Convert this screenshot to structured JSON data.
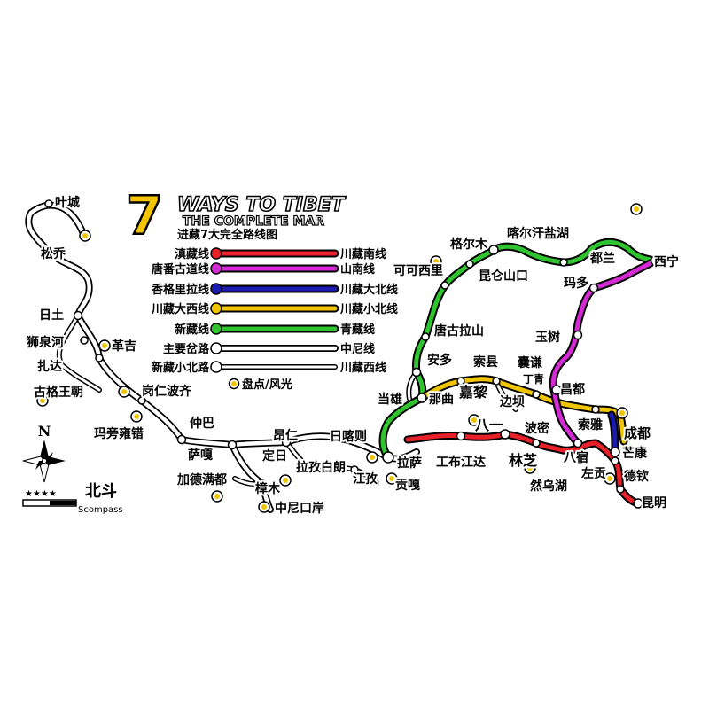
{
  "title": {
    "number": "7",
    "line1": "WAYS TO TIBET",
    "line2": "THE COMPLETE MAR",
    "subtitle": "进藏7大完全路线图"
  },
  "routes": [
    {
      "id": "dianzang",
      "name": "滇藏线",
      "end": "川藏南线",
      "color": "#e8202a"
    },
    {
      "id": "tangfan",
      "name": "唐番古道线",
      "end": "山南线",
      "color": "#d42ad4"
    },
    {
      "id": "xianggelila",
      "name": "香格里拉线",
      "end": "川藏大北线",
      "color": "#1b1bb0"
    },
    {
      "id": "chuanzangdaxi",
      "name": "川藏大西线",
      "end": "川藏小北线",
      "color": "#f0c400"
    },
    {
      "id": "xinzang",
      "name": "新藏线",
      "end": "青藏线",
      "color": "#2fc42f"
    },
    {
      "id": "zhuyao",
      "name": "主要岔路",
      "end": "中尼线",
      "color": "#ffffff"
    },
    {
      "id": "xinzangxiaobei",
      "name": "新藏小北路",
      "end": "川藏西线",
      "color": "#ffffff"
    }
  ],
  "legend_poi": "盘点/风光",
  "places": {
    "yecheng": "叶城",
    "songqiao": "松乔",
    "ritu": "日土",
    "shiquanhe": "狮泉河",
    "geji": "革吉",
    "zhada": "扎达",
    "gugewangchao": "古格王朝",
    "gangrenboqi": "岗仁波齐",
    "mapangyongcuo": "玛旁雍错",
    "zhongba": "仲巴",
    "saga": "萨嘎",
    "jiademandu": "加德满都",
    "angren": "昂仁",
    "dingri": "定日",
    "zhangmu": "樟木",
    "zhongnikouan": "中尼口岸",
    "lazibailang": "拉孜白朗",
    "rikaze": "日喀则",
    "jiangzi": "江孜",
    "lasa": "拉萨",
    "gongga": "贡嘎",
    "dangxiong": "当雄",
    "naqu": "那曲",
    "anduo": "安多",
    "tanggula": "唐古拉山",
    "kekexili": "可可西里",
    "kunlunshankou": "昆仑山口",
    "geermu": "格尔木",
    "chaerhan": "喀尔汗盐湖",
    "dulan": "都兰",
    "xining": "西宁",
    "maduo": "玛多",
    "yushu": "玉树",
    "suoxian": "索县",
    "nangqian": "囊谦",
    "dingqing": "丁青",
    "jiali": "嘉黎",
    "bianba": "边坝",
    "changdu": "昌都",
    "bayi": "八一",
    "gongbujiangda": "工布江达",
    "linzhi": "林芝",
    "bomi": "波密",
    "ranwuhu": "然乌湖",
    "basu": "八宿",
    "zuogong": "左贡",
    "suoya": "索雅",
    "chengdu": "成都",
    "mangkang": "芒康",
    "deqin": "德钦",
    "kunming": "昆明"
  },
  "brand": {
    "name": "北斗",
    "sub": "Scompass"
  },
  "compass": {
    "north": "N"
  }
}
